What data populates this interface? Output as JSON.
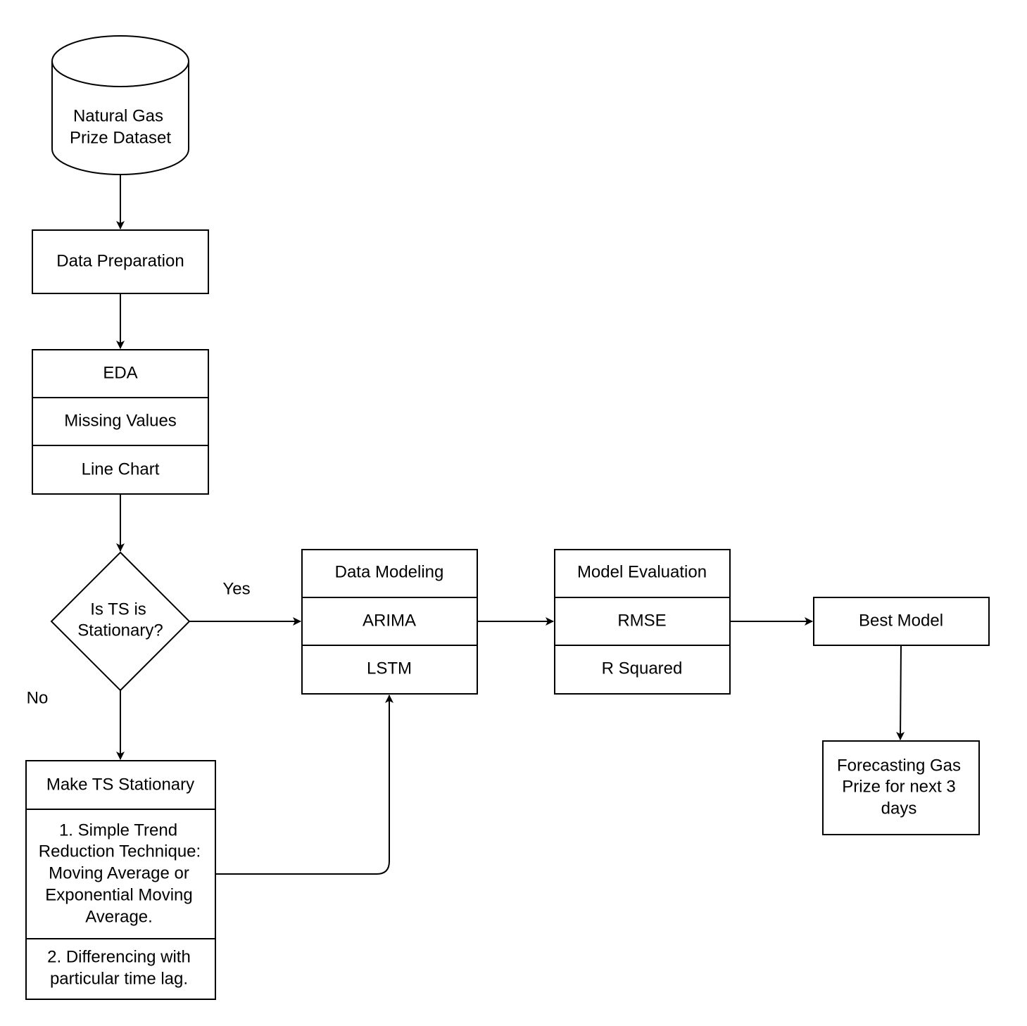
{
  "nodes": {
    "dataset": {
      "lines": [
        "Natural Gas",
        "Prize Dataset"
      ]
    },
    "data_preparation": {
      "label": "Data Preparation"
    },
    "eda": {
      "header": "EDA",
      "items": [
        "Missing Values",
        "Line Chart"
      ]
    },
    "decision": {
      "lines": [
        "Is TS is",
        "Stationary?"
      ]
    },
    "make_stationary": {
      "header": "Make TS Stationary",
      "item1": [
        "1. Simple Trend",
        "Reduction Technique:",
        "Moving Average or",
        "Exponential Moving",
        "Average."
      ],
      "item2": [
        "2. Differencing with",
        "particular time lag."
      ]
    },
    "data_modeling": {
      "header": "Data Modeling",
      "items": [
        "ARIMA",
        "LSTM"
      ]
    },
    "model_evaluation": {
      "header": "Model Evaluation",
      "items": [
        "RMSE",
        "R Squared"
      ]
    },
    "best_model": {
      "label": "Best Model"
    },
    "forecasting": {
      "lines": [
        "Forecasting Gas",
        "Prize for next 3",
        "days"
      ]
    }
  },
  "edge_labels": {
    "yes": "Yes",
    "no": "No"
  }
}
